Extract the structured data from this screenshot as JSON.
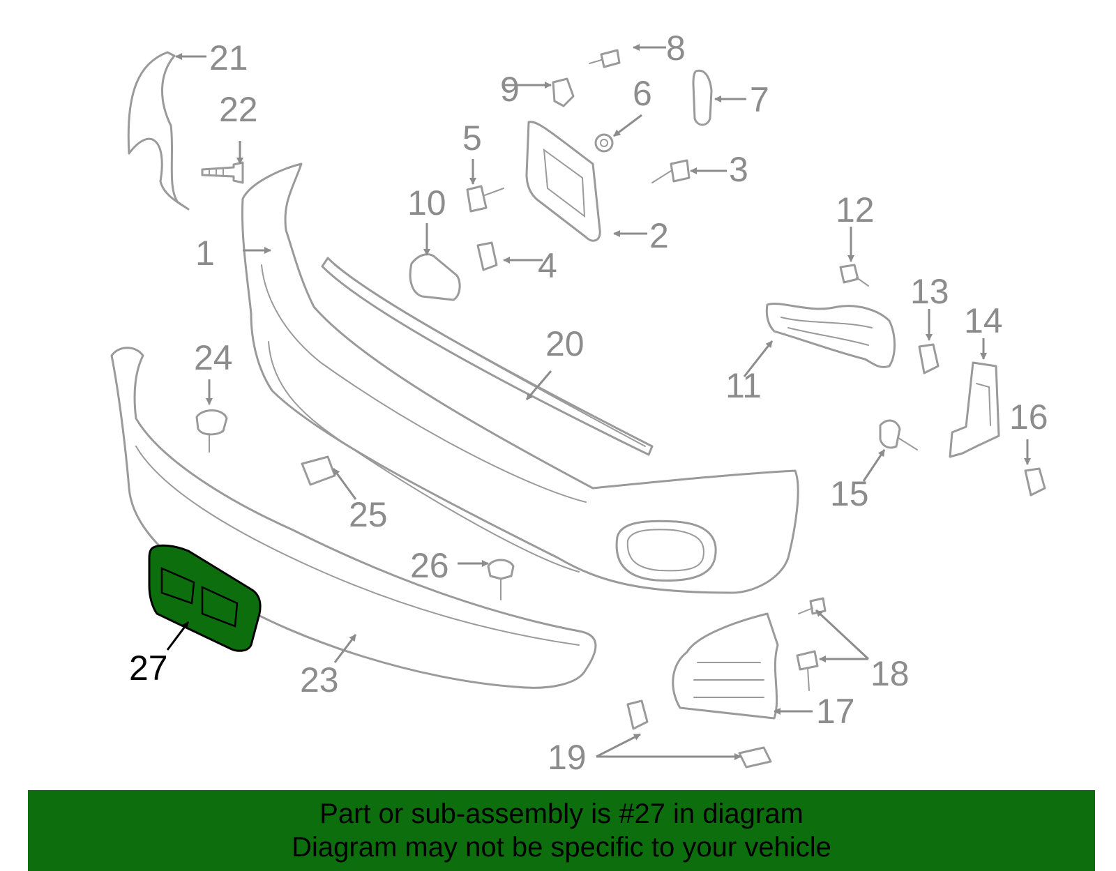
{
  "colors": {
    "highlight": "#0d6e0d",
    "outline": "#9a9a9a",
    "label": "#8c8c8c"
  },
  "callouts": {
    "c1": "1",
    "c2": "2",
    "c3": "3",
    "c4": "4",
    "c5": "5",
    "c6": "6",
    "c7": "7",
    "c8": "8",
    "c9": "9",
    "c10": "10",
    "c11": "11",
    "c12": "12",
    "c13": "13",
    "c14": "14",
    "c15": "15",
    "c16": "16",
    "c17": "17",
    "c18": "18",
    "c19": "19",
    "c20": "20",
    "c21": "21",
    "c22": "22",
    "c23": "23",
    "c24": "24",
    "c25": "25",
    "c26": "26",
    "c27": "27"
  },
  "highlighted_part": "27",
  "banner": {
    "line1": "Part or sub-assembly is #27 in diagram",
    "line2": "Diagram may not be specific to your vehicle"
  }
}
